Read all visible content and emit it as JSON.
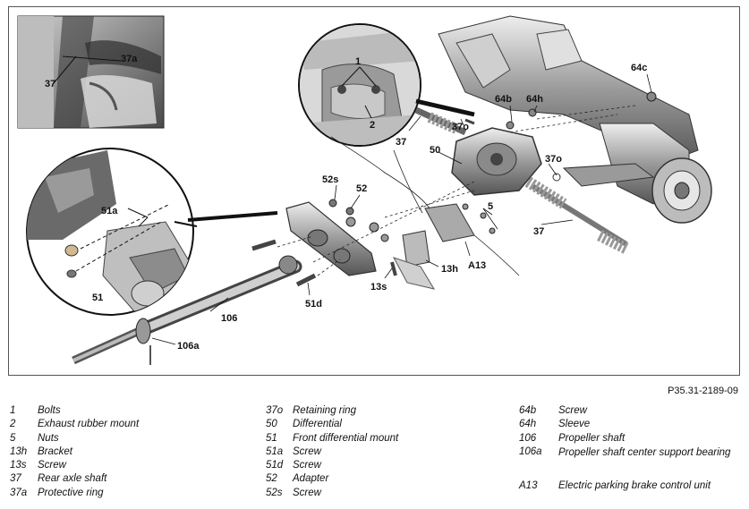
{
  "figure": {
    "callouts": {
      "c1": "1",
      "c2": "2",
      "c37_inset": "37",
      "c37a": "37a",
      "c37_left": "37",
      "c37o_top": "37o",
      "c50": "50",
      "c37o_right": "37o",
      "c64b": "64b",
      "c64h": "64h",
      "c64c": "64c",
      "c52s": "52s",
      "c52": "52",
      "c5": "5",
      "c37_right": "37",
      "c51a": "51a",
      "c51": "51",
      "c51d": "51d",
      "c13h": "13h",
      "c13s": "13s",
      "cA13": "A13",
      "c106": "106",
      "c106a": "106a"
    },
    "code": "P35.31-2189-09"
  },
  "legend": {
    "col1": [
      {
        "code": "1",
        "desc": "Bolts"
      },
      {
        "code": "2",
        "desc": "Exhaust rubber mount"
      },
      {
        "code": "5",
        "desc": "Nuts"
      },
      {
        "code": "13h",
        "desc": "Bracket"
      },
      {
        "code": "13s",
        "desc": "Screw"
      },
      {
        "code": "37",
        "desc": "Rear axle shaft"
      },
      {
        "code": "37a",
        "desc": "Protective ring"
      }
    ],
    "col2": [
      {
        "code": "37o",
        "desc": "Retaining ring"
      },
      {
        "code": "50",
        "desc": "Differential"
      },
      {
        "code": "51",
        "desc": "Front differential mount"
      },
      {
        "code": "51a",
        "desc": "Screw"
      },
      {
        "code": "51d",
        "desc": "Screw"
      },
      {
        "code": "52",
        "desc": "Adapter"
      },
      {
        "code": "52s",
        "desc": "Screw"
      }
    ],
    "col3": [
      {
        "code": "64b",
        "desc": "Screw"
      },
      {
        "code": "64h",
        "desc": "Sleeve"
      },
      {
        "code": "106",
        "desc": "Propeller shaft"
      },
      {
        "code": "106a",
        "desc": "Propeller shaft center support bearing"
      },
      {
        "code": "A13",
        "desc": "Electric parking brake control unit"
      }
    ]
  }
}
